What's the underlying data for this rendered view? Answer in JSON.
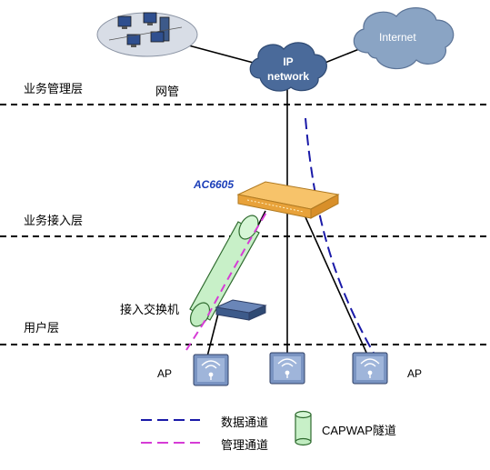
{
  "layers": {
    "management": "业务管理层",
    "access": "业务接入层",
    "user": "用户层"
  },
  "nodes": {
    "nms": "网管",
    "internet": "Internet",
    "ip_network_line1": "IP",
    "ip_network_line2": "network",
    "ac": "AC6605",
    "access_switch": "接入交换机",
    "ap_left": "AP",
    "ap_right": "AP"
  },
  "legend": {
    "data_channel": "数据通道",
    "mgmt_channel": "管理通道",
    "capwap_tunnel": "CAPWAP隧道"
  },
  "colors": {
    "data_channel": "#1a1aa8",
    "mgmt_channel": "#d63cd6",
    "capwap_tunnel": "#c8f0c8",
    "cloud": "#8aa4c4",
    "ac_body": "#f4b04a"
  }
}
